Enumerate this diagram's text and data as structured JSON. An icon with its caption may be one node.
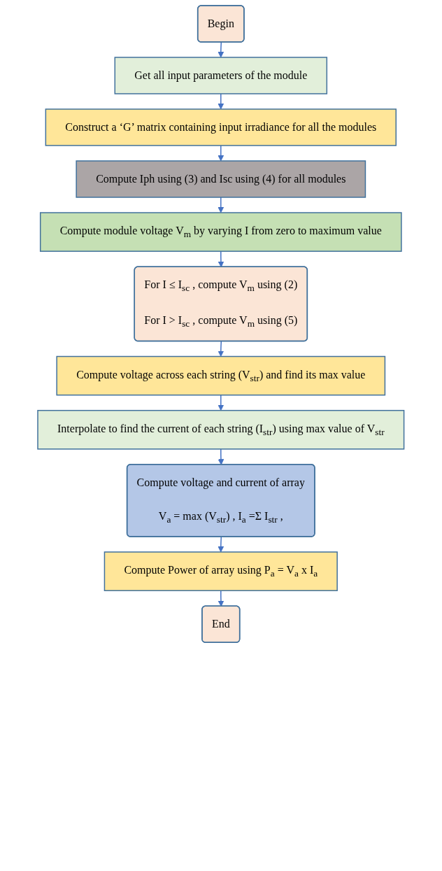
{
  "diagram": {
    "nodes": [
      {
        "text": [
          "Begin"
        ]
      },
      {
        "text": [
          "Get all input parameters of the module"
        ]
      },
      {
        "text": [
          "Construct a ‘G’ matrix containing input irradiance for all the modules"
        ]
      },
      {
        "text": [
          "Compute Iph using (3) and Isc using (4) for all modules"
        ]
      },
      {
        "text": [
          "Compute module voltage V$_{m}$ by varying I from zero to maximum value"
        ]
      },
      {
        "text": [
          "For I ≤ I$_{sc}$ , compute V$_{m}$ using (2)",
          "For I > I$_{sc}$ , compute V$_{m}$ using (5)"
        ]
      },
      {
        "text": [
          "Compute voltage across each string (V$_{str}$) and find its max value"
        ]
      },
      {
        "text": [
          "Interpolate to find the current of each string (I$_{str}$) using max value of V$_{str}$"
        ]
      },
      {
        "text": [
          "Compute voltage and current of array",
          "V$_{a}$ = max (V$_{str}$) , I$_{a}$ =Σ I$_{str}$ ,"
        ]
      },
      {
        "text": [
          "Compute Power of array using P$_{a}$ = V$_{a}$ x I$_{a}$"
        ]
      },
      {
        "text": [
          "End"
        ]
      }
    ],
    "edges": [
      {
        "from": 0,
        "to": 1,
        "arrow": "to"
      },
      {
        "from": 1,
        "to": 2,
        "arrow": "to"
      },
      {
        "from": 2,
        "to": 3,
        "arrow": "to"
      },
      {
        "from": 3,
        "to": 4,
        "arrow": "to"
      },
      {
        "from": 4,
        "to": 5,
        "arrow": "to"
      },
      {
        "from": 5,
        "to": 6,
        "arrow": "to"
      },
      {
        "from": 6,
        "to": 7,
        "arrow": "to"
      },
      {
        "from": 7,
        "to": 8,
        "arrow": "to"
      },
      {
        "from": 8,
        "to": 9,
        "arrow": "to"
      },
      {
        "from": 9,
        "to": 10,
        "arrow": "to"
      }
    ]
  }
}
